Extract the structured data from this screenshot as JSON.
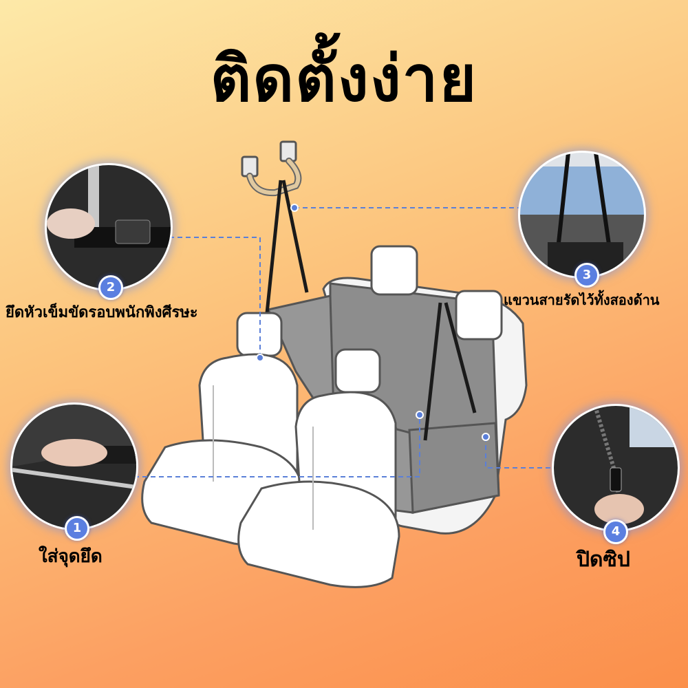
{
  "title": "ติดตั้งง่าย",
  "steps": [
    {
      "number": "1",
      "label": "ใส่จุดยึด"
    },
    {
      "number": "2",
      "label": "ยึดหัวเข็มขัดรอบพนักพิงศีรษะ"
    },
    {
      "number": "3",
      "label": "แขวนสายรัดไว้ทั้งสองด้าน"
    },
    {
      "number": "4",
      "label": "ปิดซิป"
    }
  ],
  "colors": {
    "accent": "#5b7fe0",
    "background_top": "#fde9a8",
    "background_bottom": "#fb8f4a"
  },
  "icons": [
    "headrest-buckle-icon",
    "seat-anchor-icon",
    "strap-hang-icon",
    "zipper-icon"
  ]
}
